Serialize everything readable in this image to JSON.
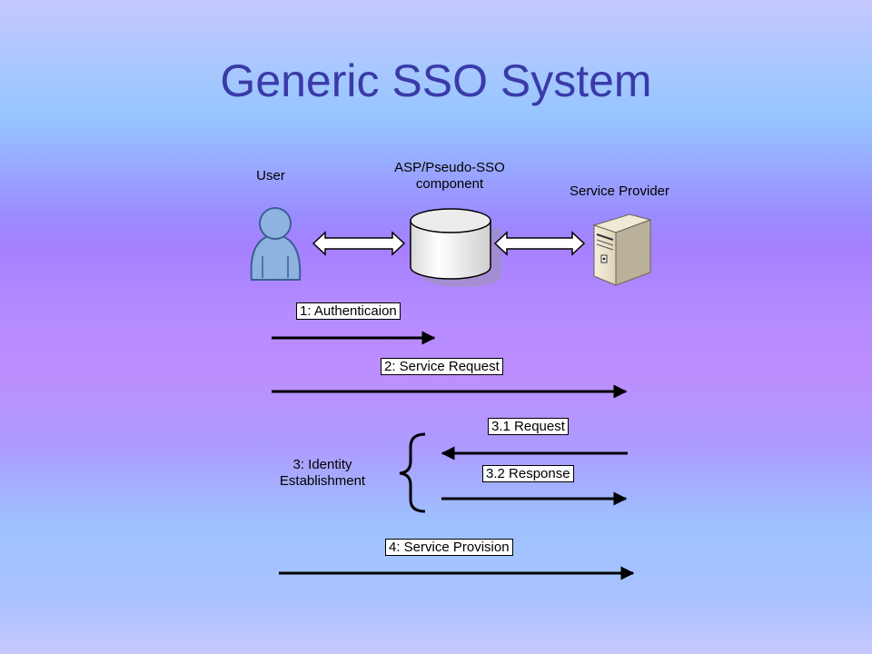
{
  "title": "Generic SSO System",
  "actors": {
    "user": "User",
    "asp_line1": "ASP/Pseudo-SSO",
    "asp_line2": "component",
    "service_provider": "Service Provider"
  },
  "messages": {
    "step1": "1: Authenticaion",
    "step2": "2: Service Request",
    "step3_line1": "3: Identity",
    "step3_line2": "Establishment",
    "step3_1": "3.1 Request",
    "step3_2": "3.2 Response",
    "step4": "4: Service Provision"
  },
  "colors": {
    "title": "#3a3aa8",
    "user_icon": "#8fb3e0",
    "arrow": "#000000"
  }
}
